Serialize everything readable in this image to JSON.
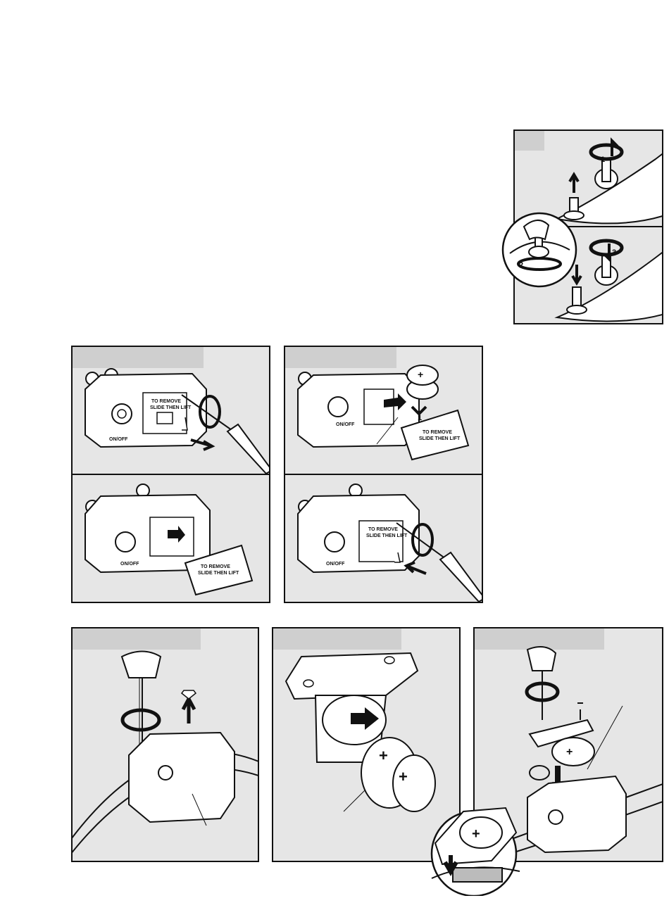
{
  "device_label": {
    "power": "ON/OFF"
  },
  "battery_cover": {
    "line1": "TO REMOVE",
    "line2": "SLIDE THEN LIFT"
  },
  "battery_marks": {
    "plus": "+"
  },
  "step_numbers": {
    "one": "1",
    "two": "2",
    "three": "3"
  },
  "contact_point_steps": {
    "one": "1",
    "two": "2",
    "three": "3"
  }
}
